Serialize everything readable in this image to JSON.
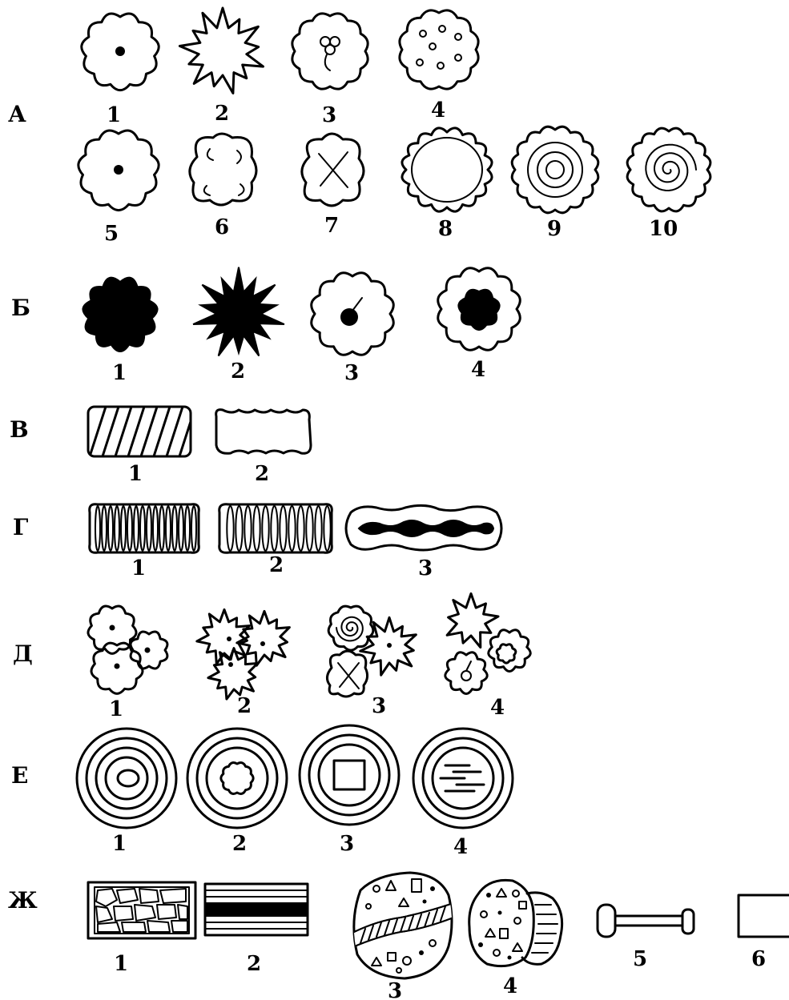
{
  "rows": [
    {
      "id": "A",
      "label": "А",
      "symbols": [
        {
          "num": "1",
          "icon": "scalloped-blob-dot"
        },
        {
          "num": "2",
          "icon": "spiky-star"
        },
        {
          "num": "3",
          "icon": "scalloped-blob-flower"
        },
        {
          "num": "4",
          "icon": "scalloped-blob-small-circles"
        },
        {
          "num": "5",
          "icon": "scalloped-blob-dot"
        },
        {
          "num": "6",
          "icon": "four-lobed-hooks"
        },
        {
          "num": "7",
          "icon": "four-lobed-cross"
        },
        {
          "num": "8",
          "icon": "wavy-edged-oval"
        },
        {
          "num": "9",
          "icon": "scalloped-concentric-rings"
        },
        {
          "num": "10",
          "icon": "scalloped-spiral"
        }
      ]
    },
    {
      "id": "B",
      "label": "Б",
      "symbols": [
        {
          "num": "1",
          "icon": "filled-scalloped-blob"
        },
        {
          "num": "2",
          "icon": "filled-spiky-star"
        },
        {
          "num": "3",
          "icon": "scalloped-blob-filled-dot"
        },
        {
          "num": "4",
          "icon": "scalloped-blob-filled-core"
        }
      ]
    },
    {
      "id": "V",
      "label": "В",
      "symbols": [
        {
          "num": "1",
          "icon": "diagonal-hatched-bar"
        },
        {
          "num": "2",
          "icon": "scalloped-bar"
        }
      ]
    },
    {
      "id": "G",
      "label": "Г",
      "symbols": [
        {
          "num": "1",
          "icon": "vertical-ribbed-bar"
        },
        {
          "num": "2",
          "icon": "vertical-ribbed-bar-spaced"
        },
        {
          "num": "3",
          "icon": "wavy-band-filled-core"
        }
      ]
    },
    {
      "id": "D",
      "label": "Д",
      "symbols": [
        {
          "num": "1",
          "icon": "three-blobs-cluster"
        },
        {
          "num": "2",
          "icon": "three-stars-cluster"
        },
        {
          "num": "3",
          "icon": "mixed-cluster-spiral-star-cross"
        },
        {
          "num": "4",
          "icon": "mixed-cluster-star-blobs"
        }
      ]
    },
    {
      "id": "E",
      "label": "Е",
      "symbols": [
        {
          "num": "1",
          "icon": "concentric-rings-oval-core"
        },
        {
          "num": "2",
          "icon": "concentric-rings-wavy-core"
        },
        {
          "num": "3",
          "icon": "concentric-rings-square-core"
        },
        {
          "num": "4",
          "icon": "concentric-rings-striped-core"
        }
      ]
    },
    {
      "id": "ZH",
      "label": "Ж",
      "symbols": [
        {
          "num": "1",
          "icon": "cobblestone-rectangle"
        },
        {
          "num": "2",
          "icon": "striped-rectangle"
        },
        {
          "num": "3",
          "icon": "rubble-with-hatched-band"
        },
        {
          "num": "4",
          "icon": "rubble-with-hatched-lobe"
        },
        {
          "num": "5",
          "icon": "dumbbell"
        },
        {
          "num": "6",
          "icon": "empty-rectangle"
        }
      ]
    }
  ]
}
